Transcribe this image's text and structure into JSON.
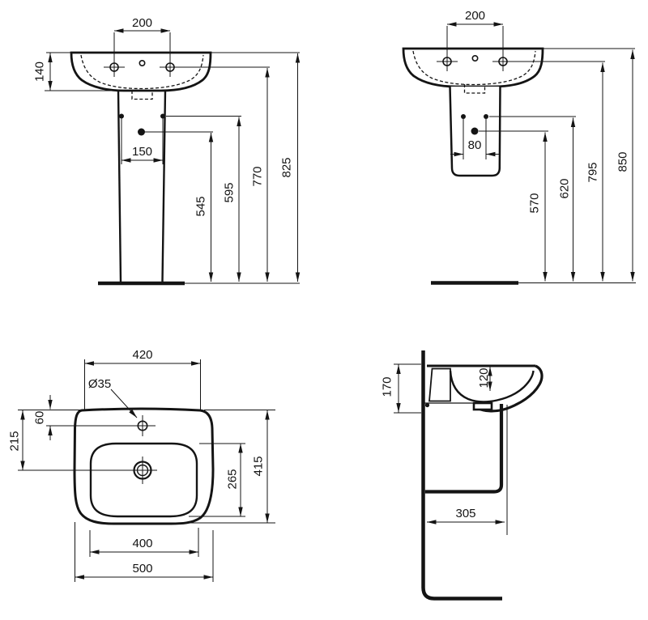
{
  "drawing": {
    "background": "#ffffff",
    "line_color": "#141414",
    "views": {
      "front_pedestal": {
        "name": "front view with full pedestal",
        "dims": {
          "tap_hole_centres": "200",
          "rim_to_basin_bottom": "140",
          "fixing_hole_centres": "150",
          "drain_height": "545",
          "fixing_holes_height": "595",
          "tap_holes_height": "770",
          "rim_height": "825"
        }
      },
      "front_semi_pedestal": {
        "name": "front view with semi-pedestal",
        "dims": {
          "tap_hole_centres": "200",
          "fixing_hole_centres": "80",
          "drain_height": "570",
          "fixing_holes_height": "620",
          "tap_holes_height": "795",
          "rim_height": "850"
        }
      },
      "plan": {
        "name": "plan view",
        "dims": {
          "deck_width": "420",
          "tap_hole_diameter": "Ø35",
          "rim_to_tap_hole": "60",
          "rim_to_drain": "215",
          "bowl_length": "265",
          "overall_depth": "415",
          "bowl_width": "400",
          "overall_width": "500"
        }
      },
      "side": {
        "name": "side section",
        "dims": {
          "basin_height": "170",
          "bowl_depth": "120",
          "drain_to_wall": "305"
        }
      }
    }
  }
}
